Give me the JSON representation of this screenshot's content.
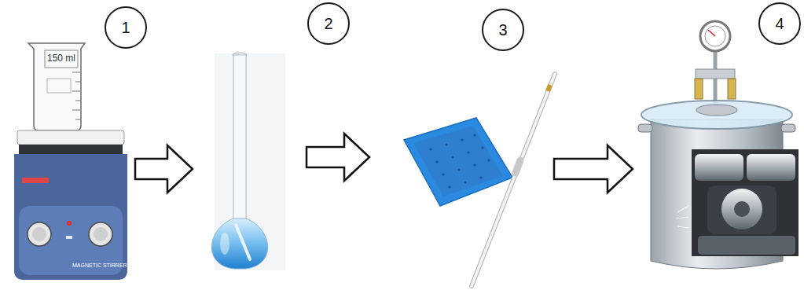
{
  "diagram": {
    "nodes": [
      {
        "text": [
          "1"
        ]
      },
      {
        "text": [
          "2"
        ]
      },
      {
        "text": [
          "3"
        ]
      },
      {
        "text": [
          "4"
        ]
      }
    ],
    "edges": [
      {
        "from": 0,
        "to": 1,
        "arrow": "to"
      },
      {
        "from": 1,
        "to": 2,
        "arrow": "to"
      },
      {
        "from": 2,
        "to": 3,
        "arrow": "to"
      }
    ],
    "labels": [
      "150 ml",
      "MAGNETIC STIRRER"
    ]
  }
}
